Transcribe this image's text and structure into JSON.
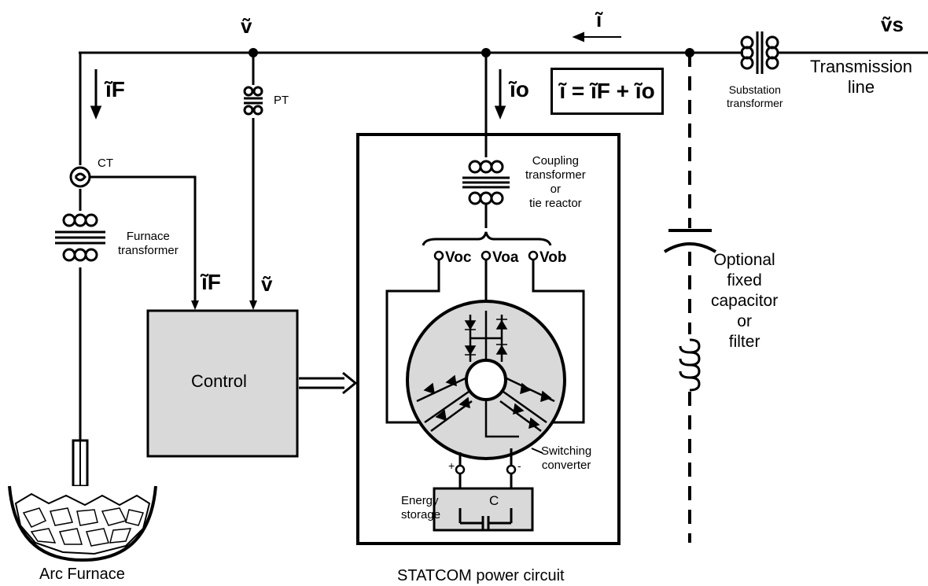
{
  "symbols": {
    "v_top": "ṽ",
    "v_s": "ṽs",
    "i_arrow": "ĩ",
    "i_f_left": "ĩF",
    "i_o": "ĩo",
    "i_f_control": "ĩF",
    "v_control": "ṽ",
    "equation": "ĩ = ĩF + ĩo",
    "v_oc": "Voc",
    "v_oa": "Voa",
    "v_ob": "Vob",
    "plus": "+",
    "minus": "-",
    "cap": "C"
  },
  "labels": {
    "ct": "CT",
    "pt": "PT",
    "furnace_transformer": "Furnace\ntransformer",
    "control": "Control",
    "coupling_transformer": "Coupling\ntransformer\nor\ntie reactor",
    "substation_transformer": "Substation\ntransformer",
    "transmission_line": "Transmission\nline",
    "optional_capacitor": "Optional\nfixed\ncapacitor\nor\nfilter",
    "switching_converter": "Switching\nconverter",
    "energy_storage": "Energy\nstorage",
    "arc_furnace": "Arc Furnace",
    "statcom": "STATCOM power circuit"
  },
  "colors": {
    "fill_gray": "#d9d9d9",
    "line": "#000000"
  }
}
